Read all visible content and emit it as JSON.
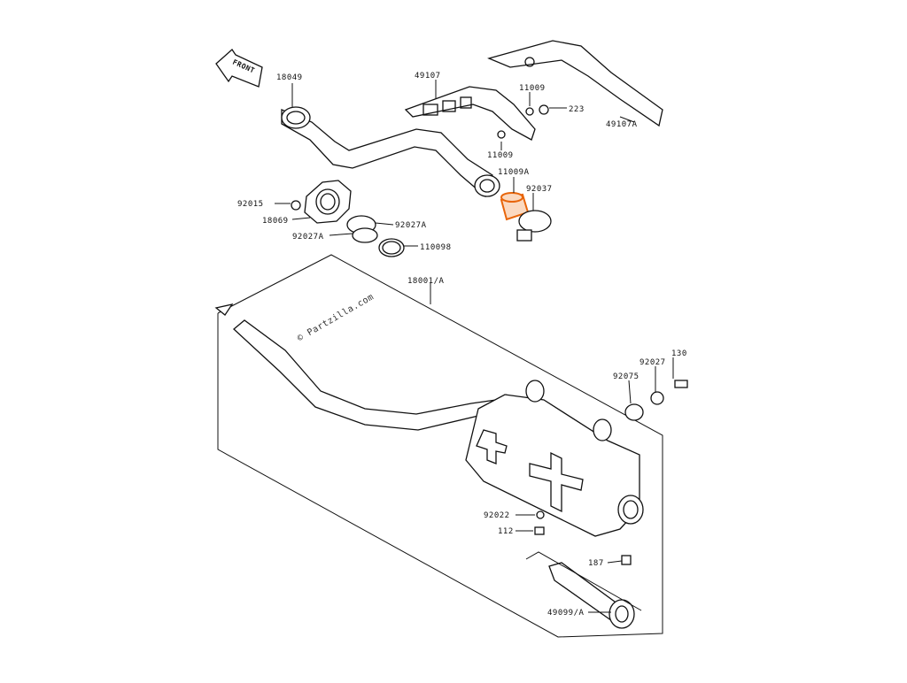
{
  "diagram": {
    "front_label": "FRONT",
    "watermark": "© Partzilla.com",
    "highlight_color": "#e8650a",
    "highlighted_part": "11009A",
    "callouts": {
      "p18049": "18049",
      "p49107": "49107",
      "p11009_top": "11009",
      "p223": "223",
      "p49107A": "49107A",
      "p11009_bottom": "11009",
      "p11009A": "11009A",
      "p92037": "92037",
      "p92015": "92015",
      "p18069": "18069",
      "p92027A_right": "92027A",
      "p92027A_left": "92027A",
      "p110098": "110098",
      "p18001A": "18001/A",
      "p130": "130",
      "p92027": "92027",
      "p92075": "92075",
      "p92022": "92022",
      "p112": "112",
      "p187": "187",
      "p49099A": "49099/A"
    }
  }
}
